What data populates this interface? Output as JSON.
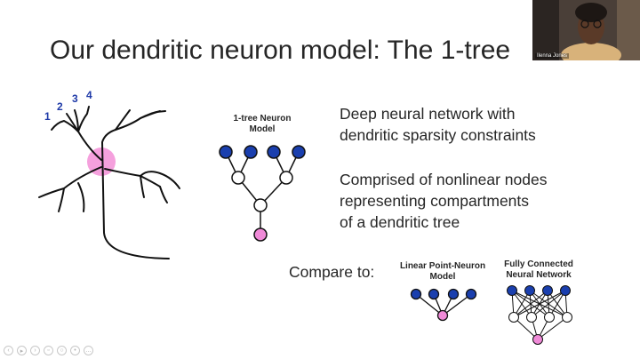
{
  "slide": {
    "title": "Our dendritic neuron model: The 1-tree",
    "tree_numbers": [
      "1",
      "2",
      "3",
      "4"
    ],
    "tree_model_label": [
      "1-tree Neuron",
      "Model"
    ],
    "bullet1": [
      "Deep neural network with",
      "dendritic sparsity constraints"
    ],
    "bullet2": [
      "Comprised of nonlinear nodes",
      "representing compartments",
      "of a dendritic tree"
    ],
    "compare_label": "Compare to:",
    "linear_label": [
      "Linear Point-Neuron",
      "Model"
    ],
    "full_label": [
      "Fully Connected",
      "Neural Network"
    ]
  },
  "video": {
    "participant_name": "Ilenna Jones"
  },
  "colors": {
    "input_node": "#1a3fae",
    "hidden_node": "#ffffff",
    "output_node": "#f08ad8",
    "soma_highlight": "#f5a0dd",
    "number_color": "#1f3aa8"
  },
  "player_controls": [
    "prev-icon",
    "play-icon",
    "next-icon",
    "copy-icon",
    "zoom-icon",
    "settings-icon",
    "more-icon"
  ]
}
